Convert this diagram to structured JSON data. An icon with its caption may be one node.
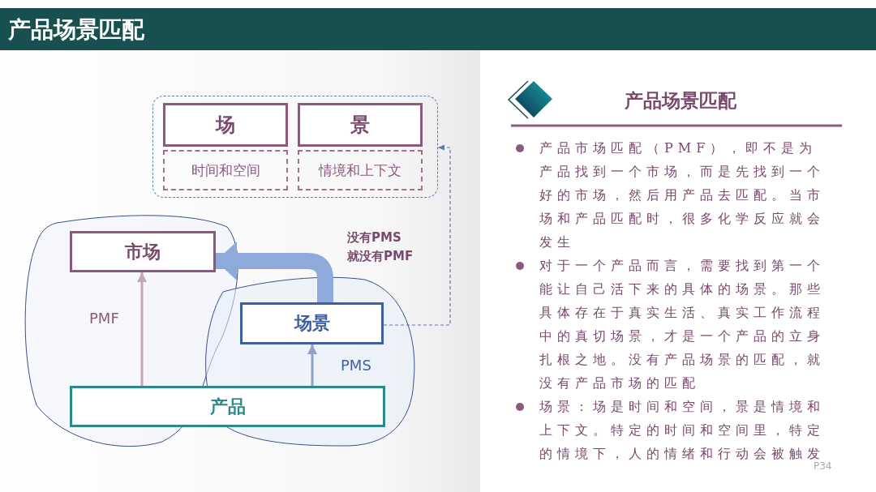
{
  "diagram": {
    "title": "产品场景匹配",
    "nodes": [
      {
        "text": [],
        "shape": "box"
      },
      {
        "text": [
          "场"
        ],
        "in": 0
      },
      {
        "text": [
          "时间和空间"
        ],
        "in": 0
      },
      {
        "text": [
          "景"
        ],
        "in": 0
      },
      {
        "text": [
          "情境和上下文"
        ],
        "in": 0
      },
      {
        "text": [
          "市场"
        ]
      },
      {
        "text": [
          "场景"
        ]
      },
      {
        "text": [
          "产品"
        ]
      }
    ],
    "edges": [
      {
        "from": 7,
        "to": 5,
        "arrow": "to",
        "label": "PMF"
      },
      {
        "from": 7,
        "to": 6,
        "arrow": "to",
        "label": "PMS"
      },
      {
        "from": 6,
        "to": 5,
        "arrow": "to",
        "label": "没有PMS就没有PMF",
        "style": "thick"
      },
      {
        "from": 6,
        "to": 0,
        "arrow": "to",
        "style": "dashed",
        "color": "#5a7bb5"
      }
    ],
    "labels": [
      "产品场景匹配",
      "产品市场匹配（PMF），即不是为产品找到一个市场，而是先找到一个好的市场，然后用产品去匹配。当市场和产品匹配时，很多化学反应就会发生",
      "对于一个产品而言，需要找到第一个能让自己活下来的具体的场景。那些具体存在于真实生活、真实工作流程中的真切场景，才是一个产品的立身扎根之地。没有产品场景的匹配，就没有产品市场的匹配",
      "场景：场是时间和空间，景是情境和上下文。特定的时间和空间里，特定的情境下，人的情绪和行动会被触发",
      "P34"
    ]
  }
}
